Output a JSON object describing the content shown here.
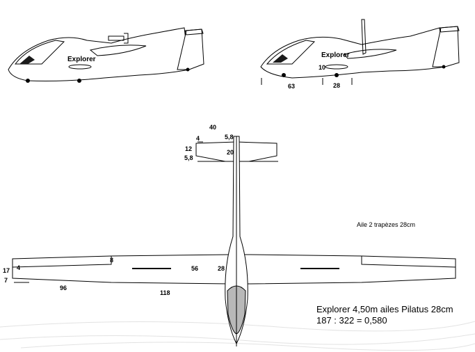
{
  "side_view_left": {
    "brand": "Explorer"
  },
  "side_view_right": {
    "brand": "Explorer",
    "dims": [
      "10",
      "63",
      "28"
    ]
  },
  "tail": {
    "dims": [
      "40",
      "4",
      "5,8",
      "12",
      "20",
      "5,8"
    ]
  },
  "wing": {
    "dims": [
      "17",
      "4",
      "7",
      "8",
      "56",
      "28",
      "96",
      "118"
    ]
  },
  "note": "Aile 2 trapèzes 28cm",
  "caption": {
    "line1": "Explorer 4,50m ailes Pilatus 28cm",
    "line2": "187 : 322 = 0,580"
  },
  "colors": {
    "canopy": "#1a1a1a",
    "nose": "#b8b8b8",
    "ink": "#000000"
  }
}
